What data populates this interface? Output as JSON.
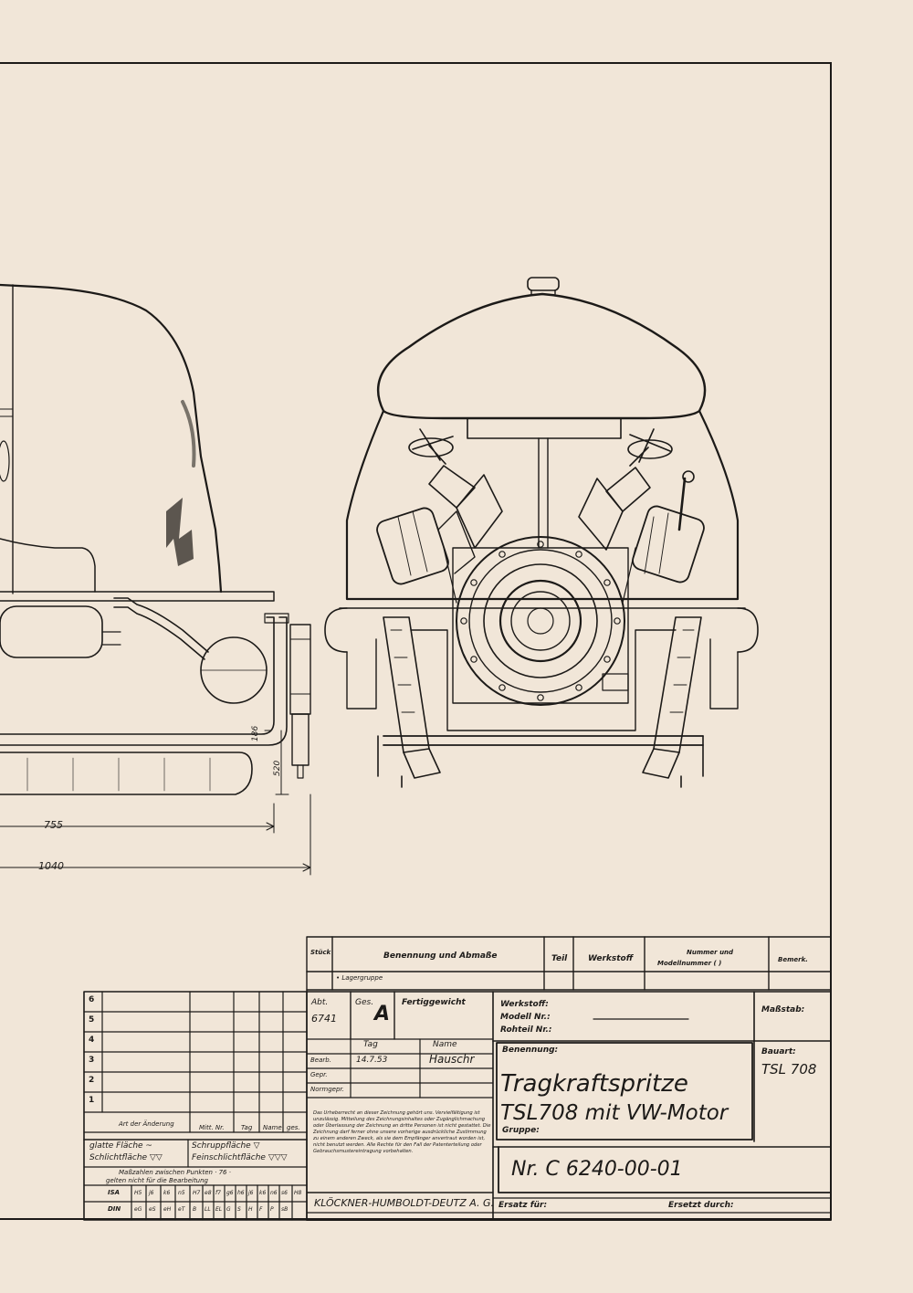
{
  "dimensions": {
    "d755": "755",
    "d1040": "1040",
    "d186": "186",
    "d520": "520"
  },
  "parts_list": {
    "col_stueck": "Stück",
    "col_benennung": "Benennung und Abmaße",
    "col_teil": "Teil",
    "col_werkstoff": "Werkstoff",
    "col_nummer_line1": "Nummer und",
    "col_nummer_line2": "Modellnummer (            )",
    "col_bemerk": "Bemerk.",
    "row_lagergruppe": "• Lagergruppe"
  },
  "revision_block": {
    "numbers": [
      "6",
      "5",
      "4",
      "3",
      "2",
      "1"
    ],
    "col_art": "Art der Änderung",
    "col_mitt": "Mitt. Nr.",
    "col_tag": "Tag",
    "col_name": "Name",
    "col_ges": "ges.",
    "surface_glatt": "glatte Fläche ~",
    "surface_schlicht": "Schlichtfläche ▽▽",
    "surface_schrupp": "Schruppfläche  ▽",
    "surface_fein": "Feinschlichtfläche ▽▽▽",
    "masszahl_line1": "Maßzahlen zwischen Punkten · 76 ·",
    "masszahl_line2": "gelten nicht für die Bearbeitung",
    "isa_label": "ISA",
    "din_label": "DIN",
    "isa_codes": [
      "H5",
      "j6",
      "k6",
      "n5",
      "H7",
      "e8",
      "f7",
      "g6",
      "h6",
      "j6",
      "k6",
      "n6",
      "s6",
      "H8"
    ],
    "din_codes": [
      "eG",
      "eS",
      "eH",
      "eT",
      "B",
      "LL",
      "EL",
      "G",
      "S",
      "H",
      "F",
      "P",
      "sB"
    ]
  },
  "title_block": {
    "abt_label": "Abt.",
    "abt_value": "6741",
    "ges_label": "Ges.",
    "ges_value": "A",
    "fertiggewicht_label": "Fertiggewicht",
    "tag_label": "Tag",
    "name_label": "Name",
    "bearb_label": "Bearb.",
    "bearb_date": "14.7.53",
    "bearb_name": "Hauschr",
    "gepr_label": "Gepr.",
    "normgepr_label": "Normgepr.",
    "werkstoff_label": "Werkstoff:",
    "modell_label": "Modell Nr.:",
    "rohteil_label": "Rohteil Nr.:",
    "massstab_label": "Maßstab:",
    "benennung_label": "Benennung:",
    "title_line1": "Tragkraftspritze",
    "title_line2": "TSL708 mit VW-Motor",
    "gruppe_label": "Gruppe:",
    "bauart_label": "Bauart:",
    "bauart_value": "TSL 708",
    "drawing_number": "Nr. C 6240-00-01",
    "company": "KLÖCKNER-HUMBOLDT-DEUTZ  A. G.",
    "ersatz_fuer_label": "Ersatz für:",
    "ersetzt_durch_label": "Ersetzt durch:",
    "copyright_text": "Das Urheberrecht an dieser Zeichnung gehört uns. Vervielfältigung ist unzulässig. Mitteilung des Zeichnungsinhaltes oder Zugänglichmachung oder Überlassung der Zeichnung an dritte Personen ist nicht gestattet. Die Zeichnung darf ferner ohne unsere vorherige ausdrückliche Zustimmung zu einem anderen Zweck, als sie dem Empfänger anvertraut worden ist, nicht benutzt werden. Alle Rechte für den Fall der Patenterteilung oder Gebrauchsmustereintragung vorbehalten."
  }
}
